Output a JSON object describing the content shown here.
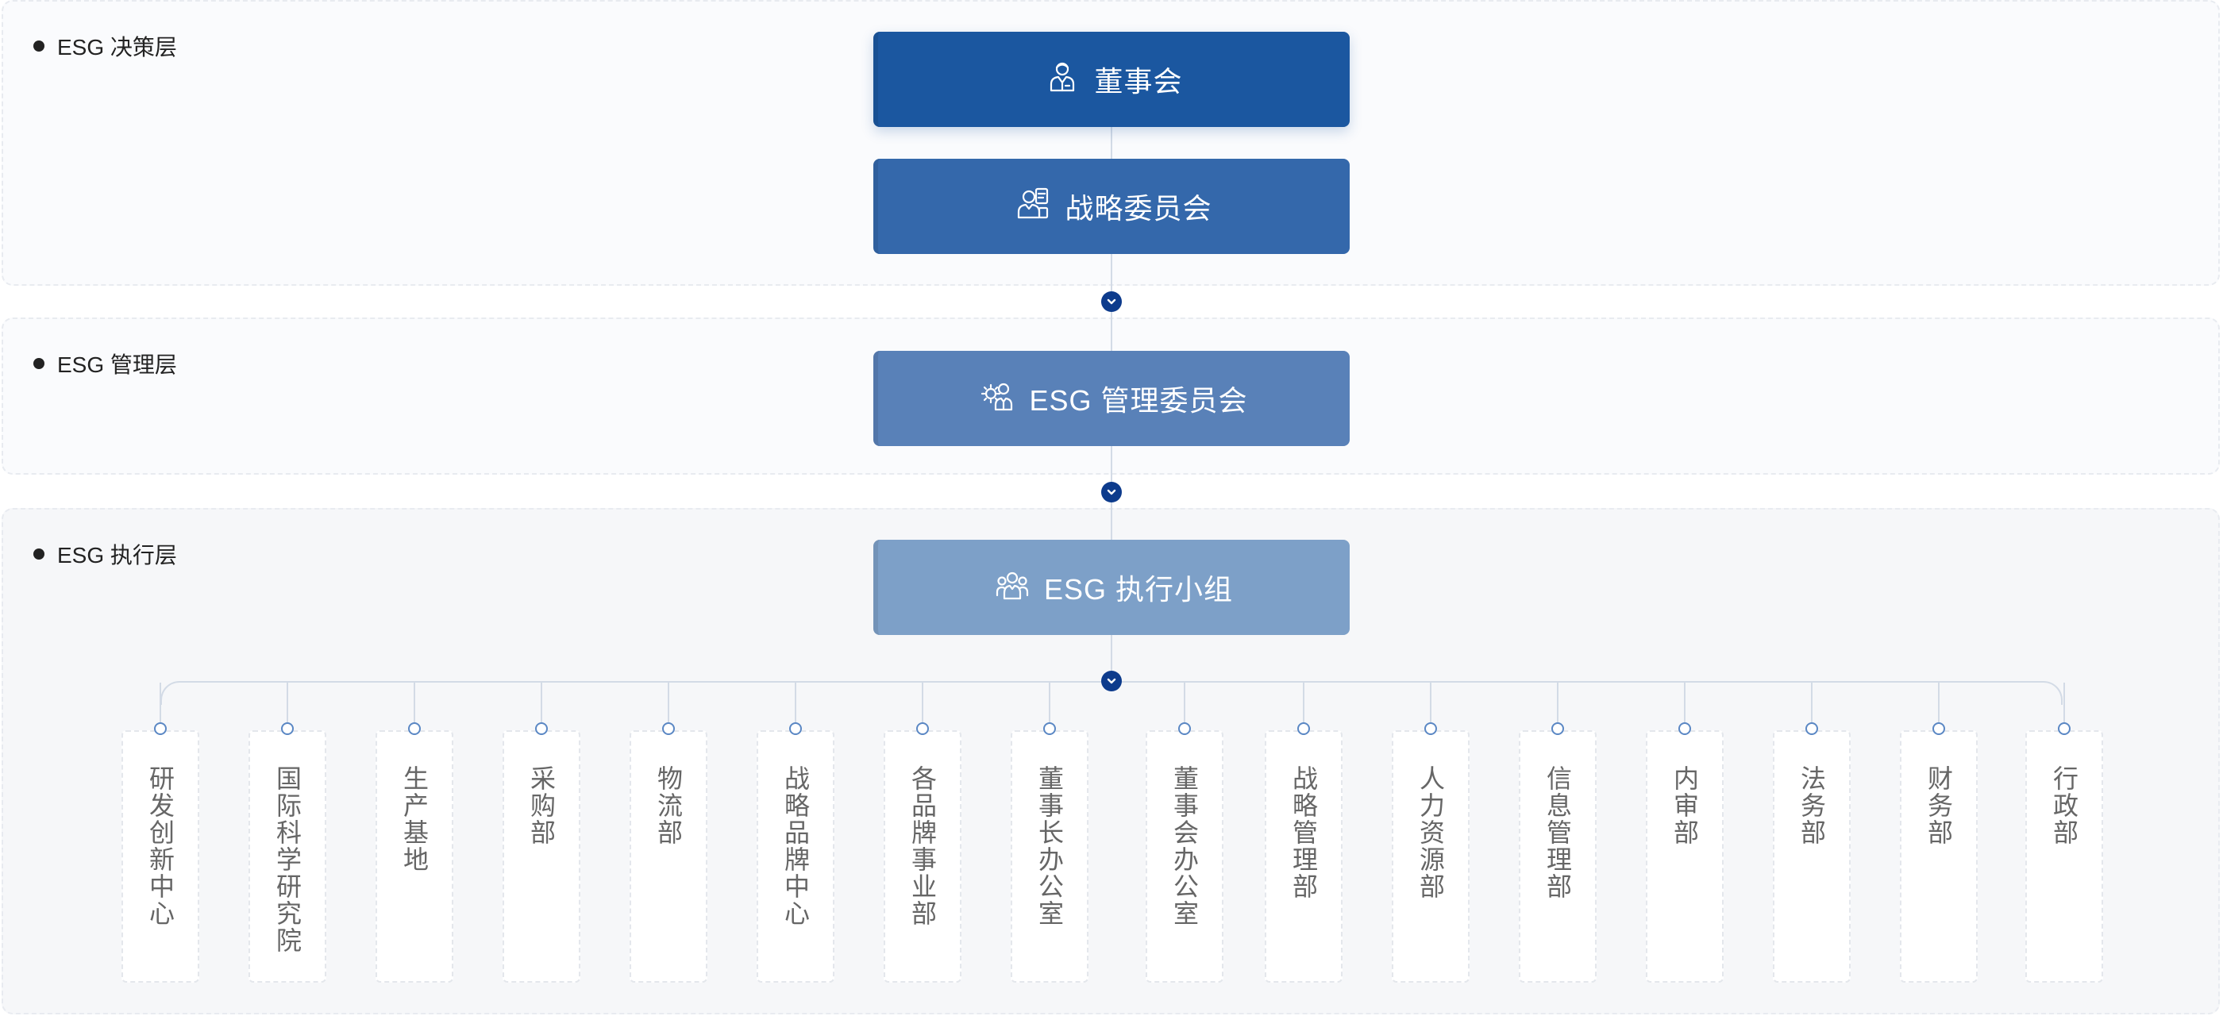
{
  "layers": {
    "decision": "ESG 决策层",
    "management": "ESG 管理层",
    "execution": "ESG 执行层"
  },
  "nodes": {
    "board": "董事会",
    "strategy_committee": "战略委员会",
    "esg_committee": "ESG 管理委员会",
    "esg_group": "ESG 执行小组"
  },
  "departments": [
    "研发创新中心",
    "国际科学研究院",
    "生产基地",
    "采购部",
    "物流部",
    "战略品牌中心",
    "各品牌事业部",
    "董事长办公室",
    "董事会办公室",
    "战略管理部",
    "人力资源部",
    "信息管理部",
    "内审部",
    "法务部",
    "财务部",
    "行政部"
  ],
  "colors": {
    "board": "#1b57a0",
    "strategy_committee": "#3468ab",
    "esg_committee": "#5981b8",
    "esg_group": "#7da0c8",
    "connector_dot": "#0d3b8c"
  }
}
